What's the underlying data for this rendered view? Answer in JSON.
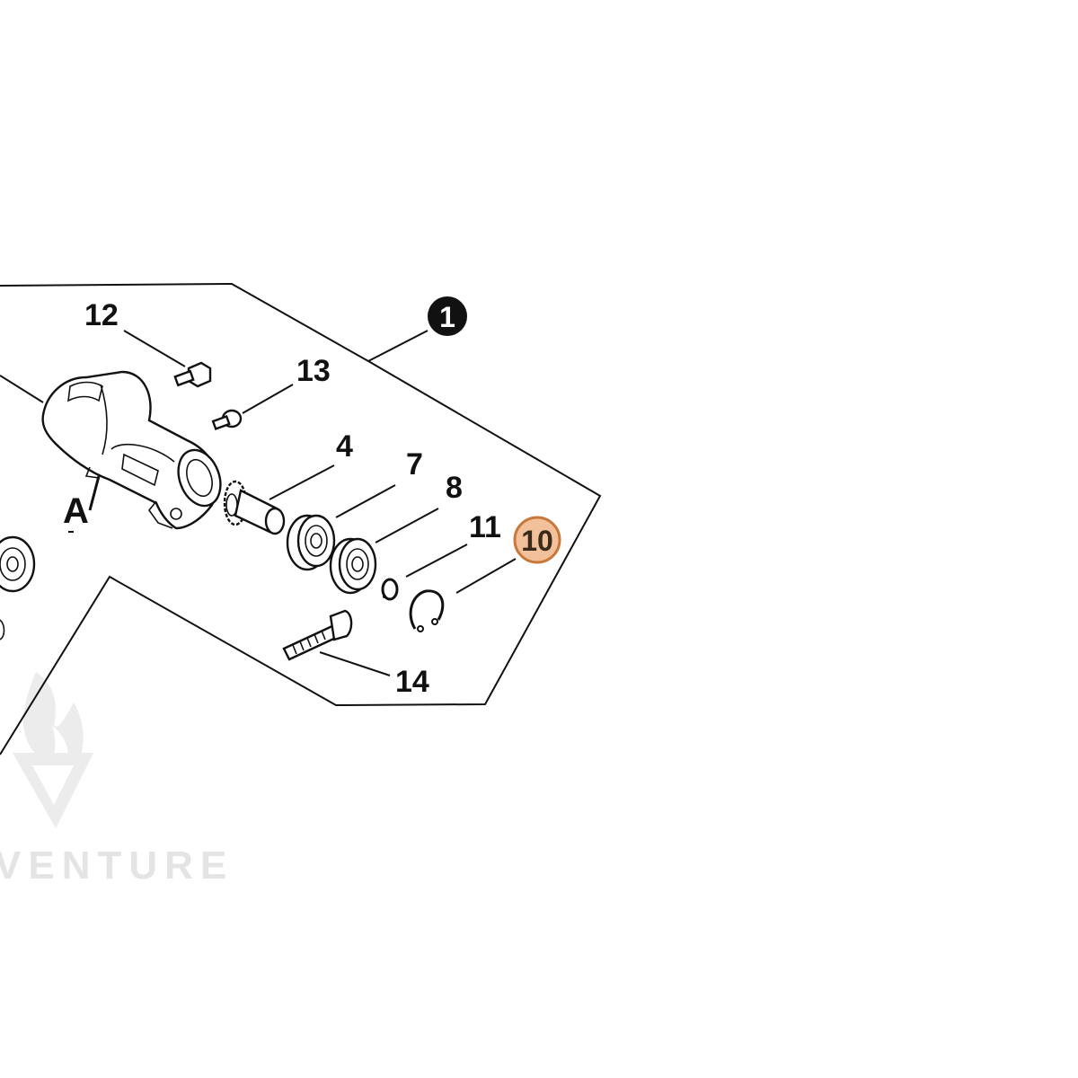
{
  "diagram": {
    "colors": {
      "line": "#111111",
      "highlight_fill": "#f2c09a",
      "highlight_stroke": "#c8783a",
      "watermark": "#e4e4e4"
    },
    "assembly_callout": "1",
    "view_label": "A",
    "parts": [
      {
        "number": "12",
        "name": "screw"
      },
      {
        "number": "13",
        "name": "screw"
      },
      {
        "number": "4",
        "name": "pinion-shaft"
      },
      {
        "number": "7",
        "name": "ball-bearing"
      },
      {
        "number": "8",
        "name": "ball-bearing"
      },
      {
        "number": "11",
        "name": "circlip"
      },
      {
        "number": "10",
        "name": "circlip",
        "highlighted": true
      },
      {
        "number": "14",
        "name": "bolt"
      }
    ]
  },
  "watermark": {
    "text": "VENTURE",
    "icon": "flame-v-logo"
  }
}
